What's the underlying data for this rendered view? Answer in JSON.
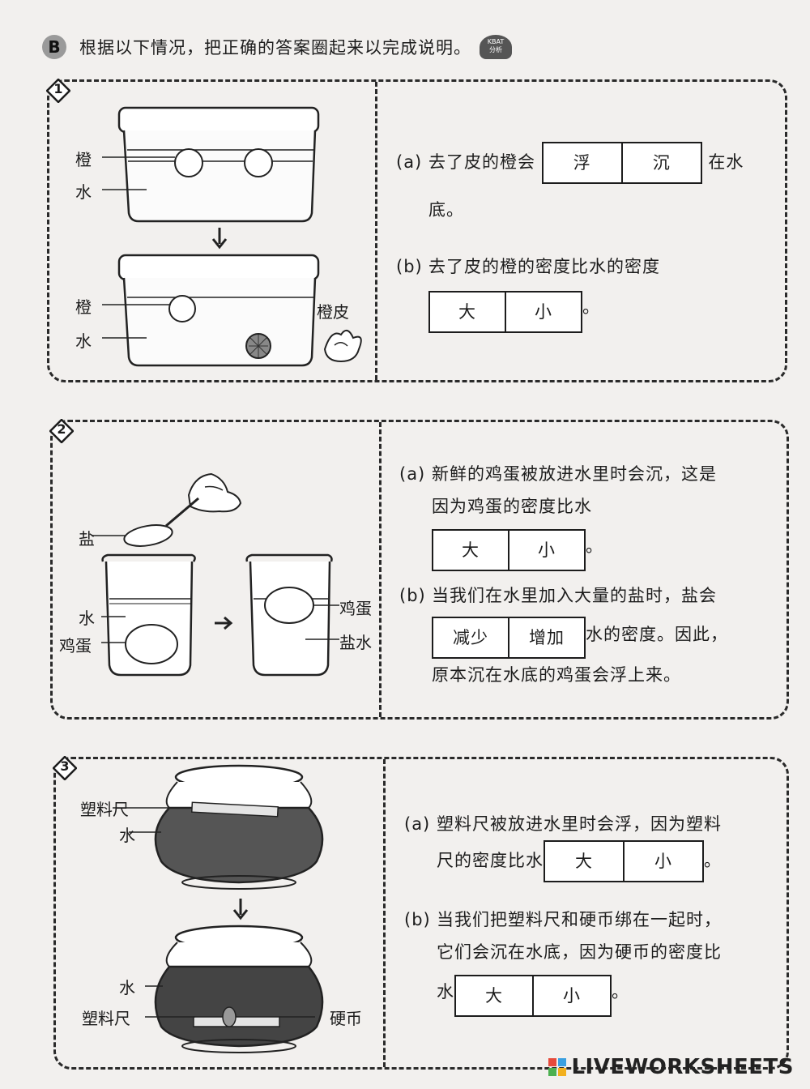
{
  "header": {
    "badge": "B",
    "instruction": "根据以下情况，把正确的答案圈起来以完成说明。",
    "kbat_top": "KBAT",
    "kbat_bottom": "分析"
  },
  "panel1": {
    "number": "1",
    "labels": {
      "orange_top": "橙",
      "water_top": "水",
      "orange_bottom": "橙",
      "water_bottom": "水",
      "peel": "橙皮"
    },
    "qa": {
      "label": "(a)",
      "line1": "去了皮的橙会",
      "opt1": "浮",
      "opt2": "沉",
      "after": "在水",
      "line2": "底。"
    },
    "qb": {
      "label": "(b)",
      "line1": "去了皮的橙的密度比水的密度",
      "opt1": "大",
      "opt2": "小",
      "end": "。"
    }
  },
  "panel2": {
    "number": "2",
    "labels": {
      "salt": "盐",
      "water": "水",
      "egg_left": "鸡蛋",
      "egg_right": "鸡蛋",
      "saltwater": "盐水"
    },
    "qa": {
      "label": "(a)",
      "line1": "新鲜的鸡蛋被放进水里时会沉，这是",
      "line2": "因为鸡蛋的密度比水",
      "opt1": "大",
      "opt2": "小",
      "end": "。"
    },
    "qb": {
      "label": "(b)",
      "line1": "当我们在水里加入大量的盐时，盐会",
      "opt1": "减少",
      "opt2": "增加",
      "after": "水的密度。因此，",
      "line3": "原本沉在水底的鸡蛋会浮上来。"
    }
  },
  "panel3": {
    "number": "3",
    "labels": {
      "ruler_top": "塑料尺",
      "water_top": "水",
      "water_bottom": "水",
      "ruler_bottom": "塑料尺",
      "coin": "硬币"
    },
    "qa": {
      "label": "(a)",
      "line1": "塑料尺被放进水里时会浮，因为塑料",
      "line2": "尺的密度比水",
      "opt1": "大",
      "opt2": "小",
      "end": "。"
    },
    "qb": {
      "label": "(b)",
      "line1": "当我们把塑料尺和硬币绑在一起时，",
      "line2": "它们会沉在水底，因为硬币的密度比",
      "pre": "水",
      "opt1": "大",
      "opt2": "小",
      "end": "。"
    }
  },
  "watermark": "LIVEWORKSHEETS"
}
